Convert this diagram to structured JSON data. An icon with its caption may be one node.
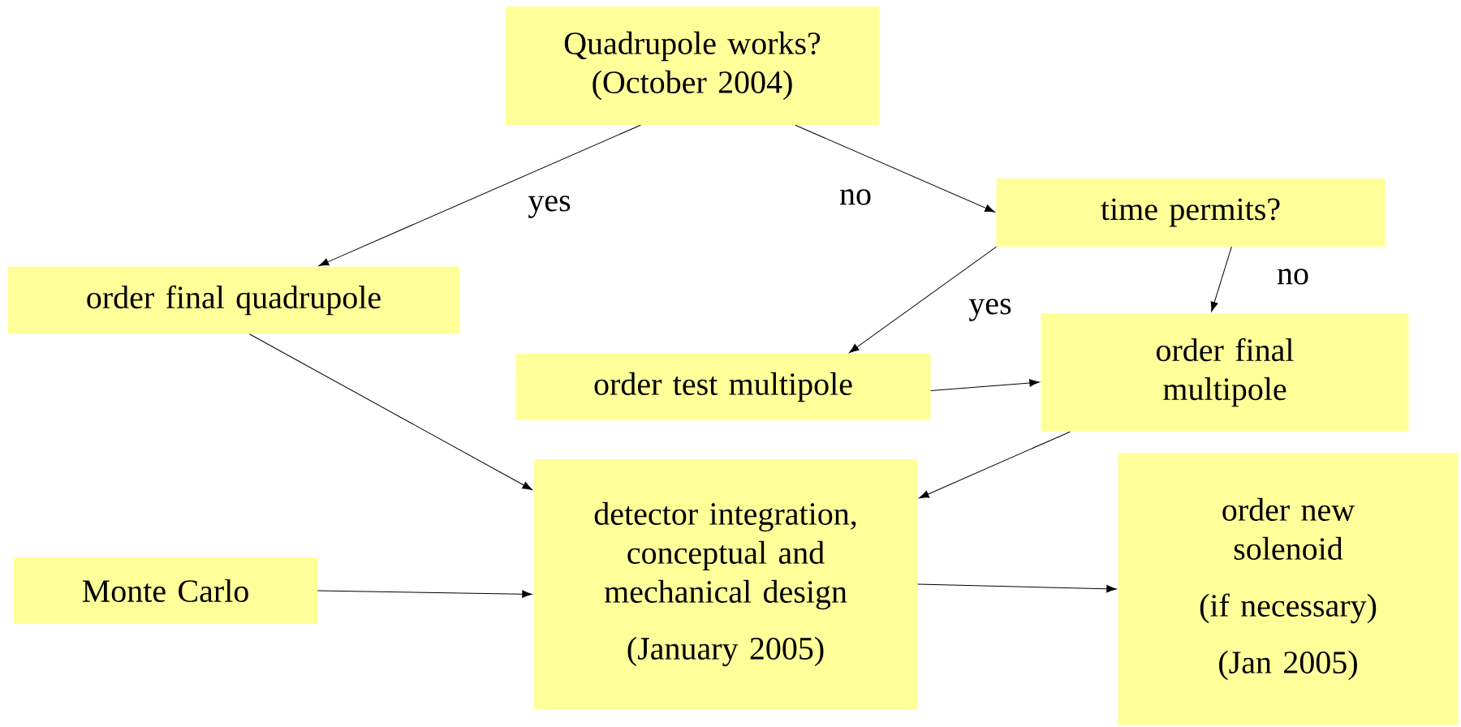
{
  "diagram": {
    "nodes": [
      {
        "text": [
          "Quadrupole works? (October 2004)"
        ]
      },
      {
        "text": [
          "time permits?"
        ]
      },
      {
        "text": [
          "order final quadrupole"
        ]
      },
      {
        "text": [
          "order test multipole"
        ]
      },
      {
        "text": [
          "order final multipole"
        ]
      },
      {
        "text": [
          "detector integration, conceptual and mechanical design",
          "(January 2005)"
        ]
      },
      {
        "text": [
          "Monte Carlo"
        ]
      },
      {
        "text": [
          "order new solenoid",
          "(if necessary)",
          "(Jan 2005)"
        ]
      }
    ],
    "edges": [
      {
        "from": 0,
        "to": 2,
        "arrow": "to",
        "label": "yes"
      },
      {
        "from": 0,
        "to": 1,
        "arrow": "to",
        "label": "no"
      },
      {
        "from": 1,
        "to": 3,
        "arrow": "to",
        "label": "yes"
      },
      {
        "from": 1,
        "to": 4,
        "arrow": "to",
        "label": "no"
      },
      {
        "from": 3,
        "to": 4,
        "arrow": "to"
      },
      {
        "from": 2,
        "to": 5,
        "arrow": "to"
      },
      {
        "from": 4,
        "to": 5,
        "arrow": "to"
      },
      {
        "from": 6,
        "to": 5,
        "arrow": "to"
      },
      {
        "from": 5,
        "to": 7,
        "arrow": "to"
      }
    ]
  }
}
